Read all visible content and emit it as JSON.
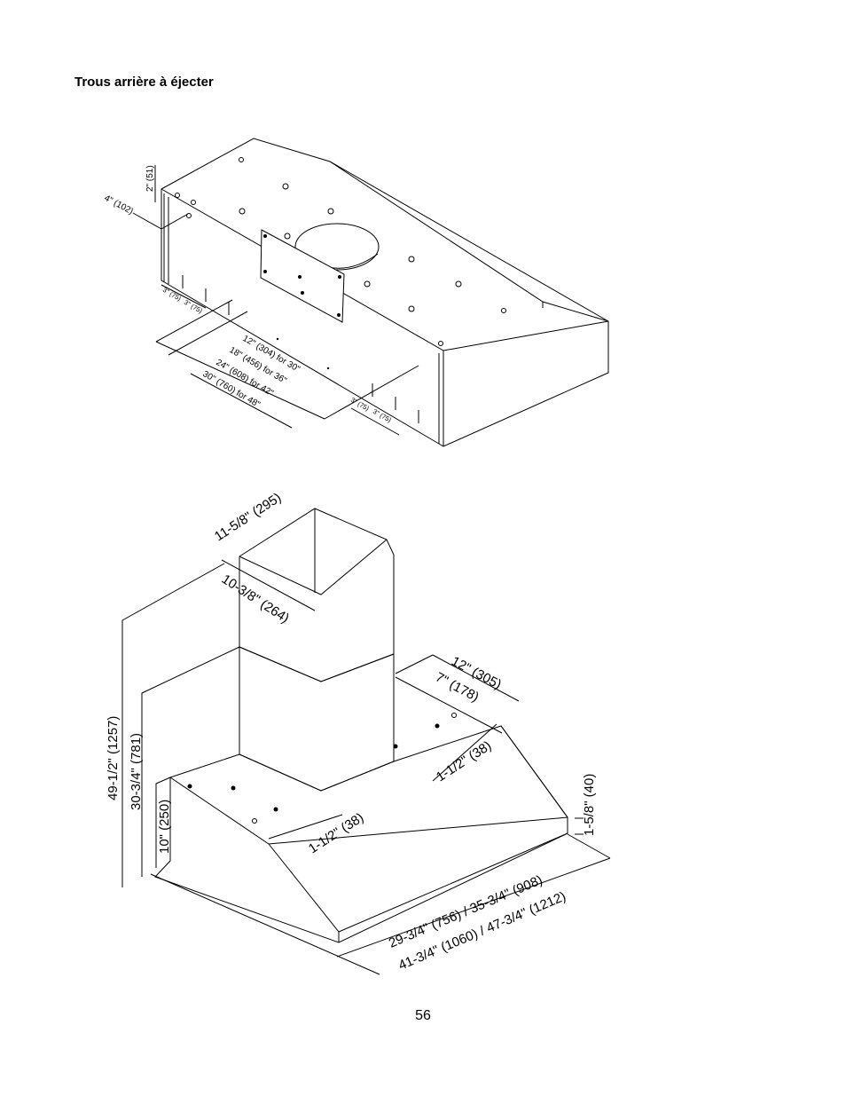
{
  "page": {
    "heading": "Trous arrière à éjecter",
    "page_number": "56"
  },
  "top_diagram": {
    "dim_height": "2\" (51)",
    "dim_side": "4\" (102)",
    "dim_left_1": "3\" (75)",
    "dim_left_2": "3\" (75)",
    "dim_right_1": "3\" (75)",
    "dim_right_2": "3\" (75)",
    "width_labels": [
      "12\" (304) for 30\"",
      "18\" (456) for 36\"",
      "24\" (608) for 42\"",
      "30\" (760) for 48\""
    ]
  },
  "bottom_diagram": {
    "chimney_width": "11-5/8\" (295)",
    "chimney_depth": "10-3/8\" (264)",
    "total_height": "49-1/2\" (1257)",
    "height_30": "30-3/4\" (781)",
    "height_10": "10\" (250)",
    "depth_12": "12\" (305)",
    "depth_7": "7\" (178)",
    "offset_right": "1-1/2\" (38)",
    "offset_left": "1-1/2\" (38)",
    "front_height": "1-5/8\" (40)",
    "widths_line_1": "29-3/4\" (756) / 35-3/4\" (908)",
    "widths_line_2": "41-3/4\" (1060) / 47-3/4\" (1212)"
  }
}
